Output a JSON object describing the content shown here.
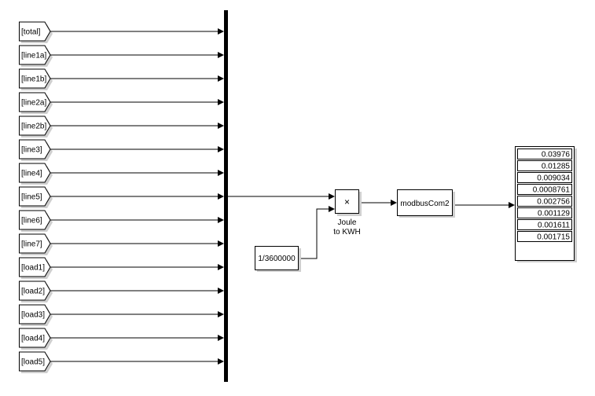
{
  "goto_tags": [
    "[total]",
    "[line1a]",
    "[line1b]",
    "[line2a]",
    "[line2b]",
    "[line3]",
    "[line4]",
    "[line5]",
    "[line6]",
    "[line7]",
    "[load1]",
    "[load2]",
    "[load3]",
    "[load4]",
    "[load5]"
  ],
  "product_block": {
    "symbol": "×",
    "caption_line1": "Joule",
    "caption_line2": "to KWH"
  },
  "constant_block": {
    "value": "1/3600000"
  },
  "modbus_block": {
    "label": "modbusCom2"
  },
  "display_values": [
    "0.03976",
    "0.01285",
    "0.009034",
    "0.0008761",
    "0.002756",
    "0.001129",
    "0.001611",
    "0.001715"
  ]
}
